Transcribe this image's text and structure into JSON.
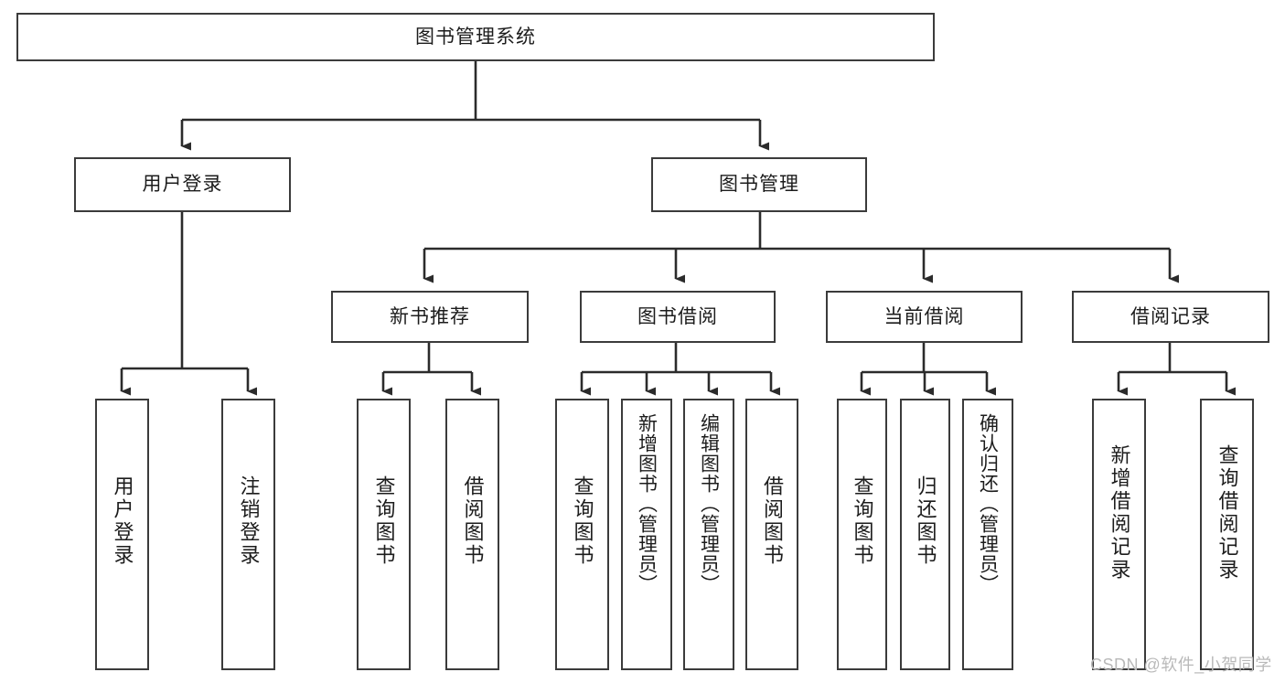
{
  "diagram": {
    "title_node": {
      "label": "图书管理系统"
    },
    "level2": [
      {
        "id": "user-login",
        "label": "用户登录"
      },
      {
        "id": "book-management",
        "label": "图书管理"
      }
    ],
    "level3": [
      {
        "id": "new-book-recommend",
        "label": "新书推荐"
      },
      {
        "id": "book-borrow",
        "label": "图书借阅"
      },
      {
        "id": "current-borrow",
        "label": "当前借阅"
      },
      {
        "id": "borrow-record",
        "label": "借阅记录"
      }
    ],
    "leaves": {
      "user_login": [
        {
          "id": "leaf-user-login",
          "label": "用户登录"
        },
        {
          "id": "leaf-logout-login",
          "label": "注销登录"
        }
      ],
      "new_book_recommend": [
        {
          "id": "leaf-query-book-1",
          "label": "查询图书"
        },
        {
          "id": "leaf-borrow-book-1",
          "label": "借阅图书"
        }
      ],
      "book_borrow": [
        {
          "id": "leaf-query-book-2",
          "label": "查询图书"
        },
        {
          "id": "leaf-add-book-admin",
          "label": "新增图书（管理员）"
        },
        {
          "id": "leaf-edit-book-admin",
          "label": "编辑图书（管理员）"
        },
        {
          "id": "leaf-borrow-book-2",
          "label": "借阅图书"
        }
      ],
      "current_borrow": [
        {
          "id": "leaf-query-book-3",
          "label": "查询图书"
        },
        {
          "id": "leaf-return-book",
          "label": "归还图书"
        },
        {
          "id": "leaf-confirm-return-admin",
          "label": "确认归还（管理员）"
        }
      ],
      "borrow_record": [
        {
          "id": "leaf-add-borrow-record",
          "label": "新增借阅记录"
        },
        {
          "id": "leaf-query-borrow-record",
          "label": "查询借阅记录"
        }
      ]
    },
    "watermark": "CSDN @软件_小贺同学",
    "colors": {
      "stroke": "#3b3b3b",
      "fill": "#ffffff",
      "text": "#1c1c1c",
      "watermark": "#b9b9b9"
    }
  }
}
